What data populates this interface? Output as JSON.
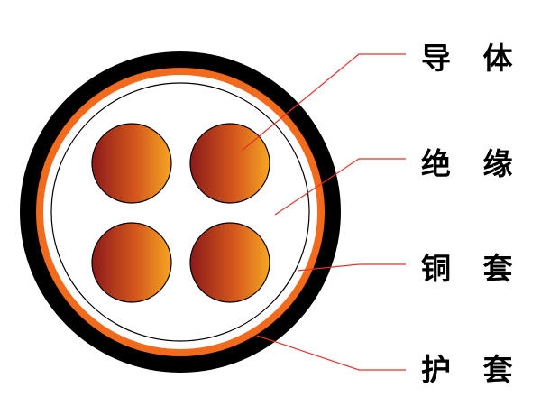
{
  "labels": {
    "conductor": "导 体",
    "insulation": "绝 缘",
    "copper_sheath": "铜 套",
    "outer_sheath": "护 套"
  },
  "colors": {
    "background": "#ffffff",
    "outer_sheath": "#000000",
    "copper_sheath": "#f26a1b",
    "insulation": "#ffffff",
    "conductor_light": "#f5a623",
    "conductor_dark": "#8b1a1a",
    "leader_line": "#e8302a",
    "text": "#000000"
  },
  "conductor_count": 4
}
